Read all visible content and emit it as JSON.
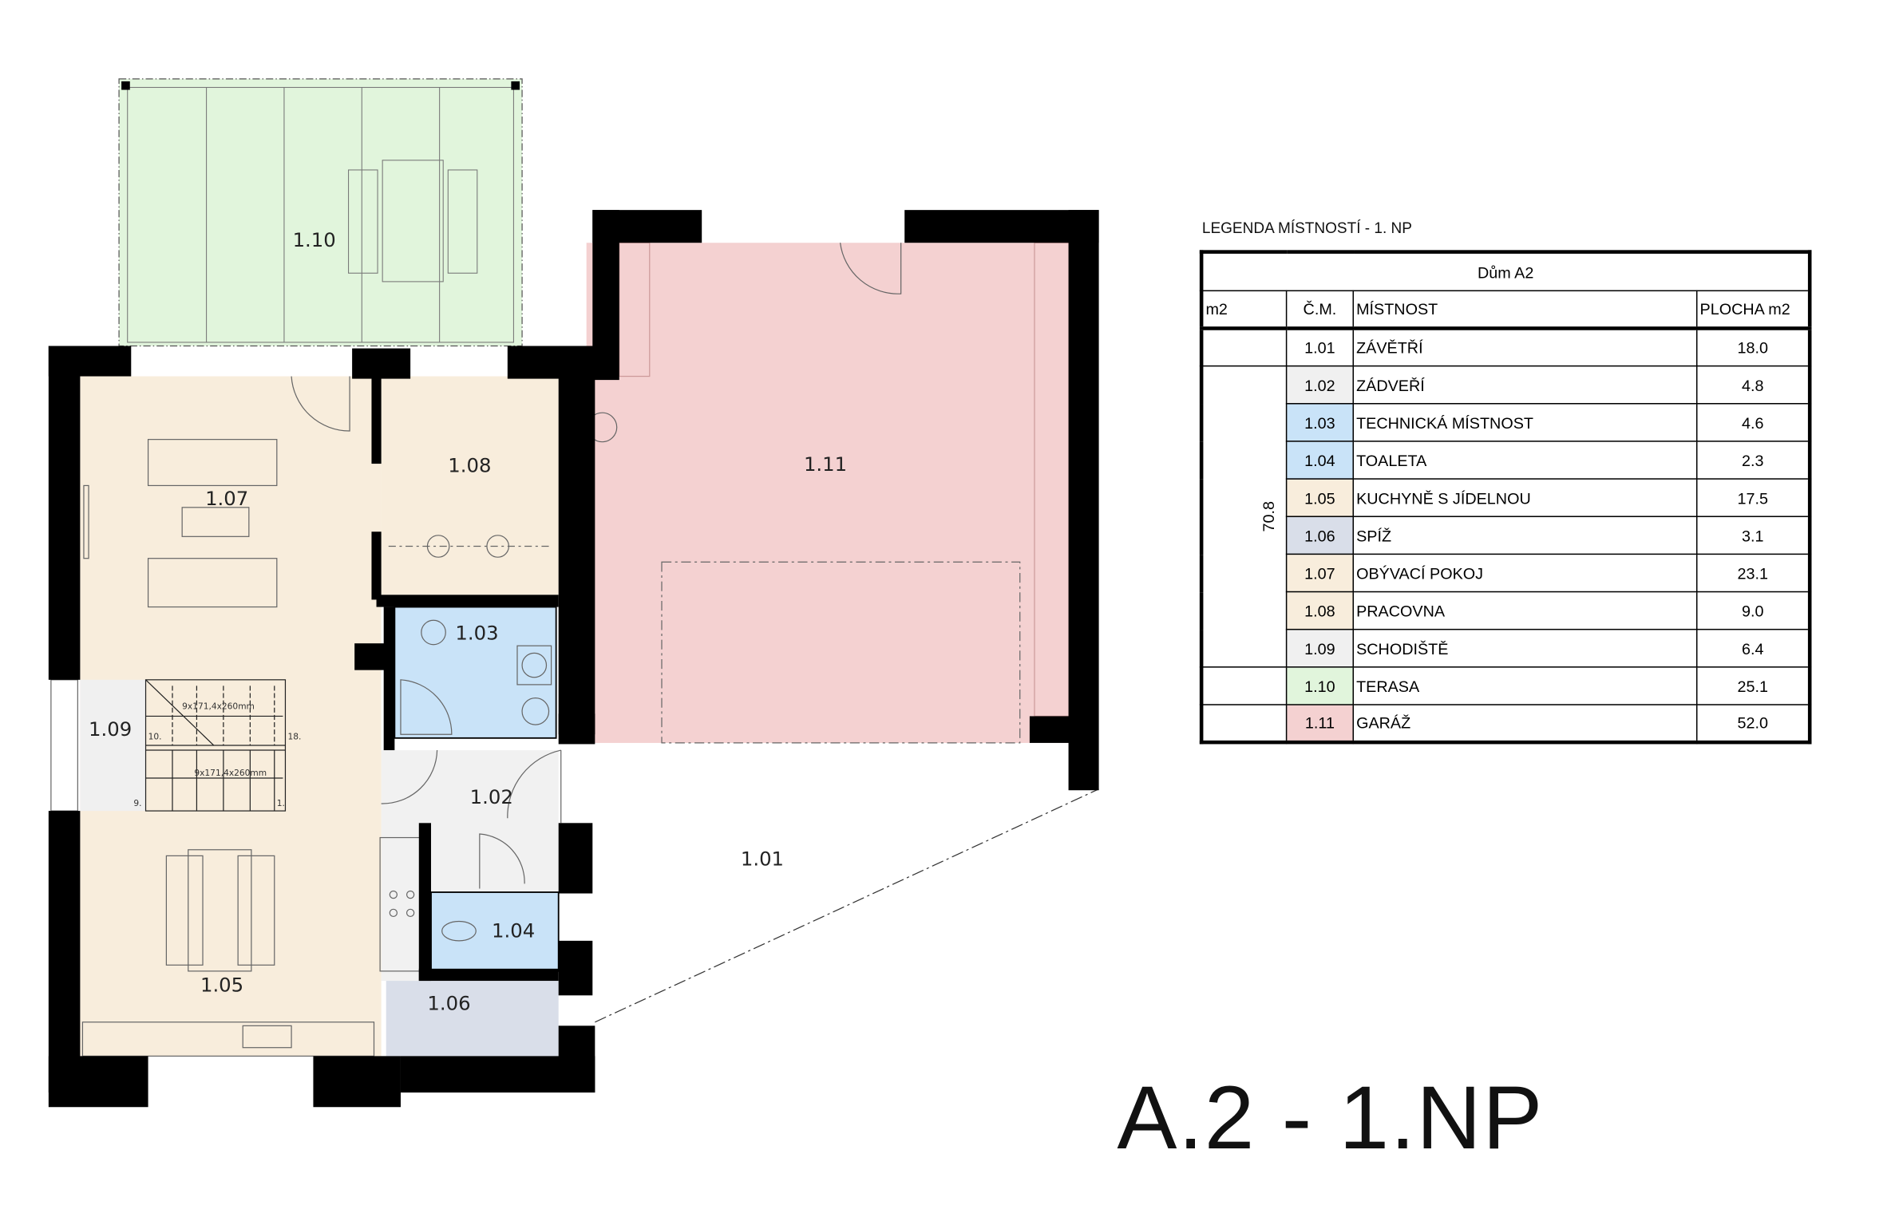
{
  "plan": {
    "title": "A.2 - 1.NP",
    "rooms": {
      "r101": "1.01",
      "r102": "1.02",
      "r103": "1.03",
      "r104": "1.04",
      "r105": "1.05",
      "r106": "1.06",
      "r107": "1.07",
      "r108": "1.08",
      "r109": "1.09",
      "r110": "1.10",
      "r111": "1.11"
    },
    "stairs": {
      "upper_dim": "9x171,4x260mm",
      "lower_dim": "9x171,4x260mm",
      "step_10": "10.",
      "step_18": "18.",
      "step_9": "9.",
      "step_1": "1."
    },
    "colors": {
      "terrace": "#e1f5dc",
      "living": "#f8eddc",
      "garage": "#f4d1d1",
      "tech": "#c9e3f8",
      "hall": "#f1f1f1",
      "pantry": "#d9dee9",
      "wall": "#000000"
    }
  },
  "legend": {
    "title": "LEGENDA MÍSTNOSTÍ  - 1. NP",
    "house": "Dům A2",
    "headers": {
      "m2": "m2",
      "num": "Č.M.",
      "room": "MÍSTNOST",
      "area": "PLOCHA m2"
    },
    "group_total": "70.8",
    "rows": [
      {
        "num": "1.01",
        "name": "ZÁVĚTŘÍ",
        "area": "18.0",
        "color": "#ffffff"
      },
      {
        "num": "1.02",
        "name": "ZÁDVEŘÍ",
        "area": "4.8",
        "color": "#f0f0f0"
      },
      {
        "num": "1.03",
        "name": "TECHNICKÁ MÍSTNOST",
        "area": "4.6",
        "color": "#c9e3f8"
      },
      {
        "num": "1.04",
        "name": "TOALETA",
        "area": "2.3",
        "color": "#c9e3f8"
      },
      {
        "num": "1.05",
        "name": "KUCHYNĚ S JÍDELNOU",
        "area": "17.5",
        "color": "#f8eddc"
      },
      {
        "num": "1.06",
        "name": "SPÍŽ",
        "area": "3.1",
        "color": "#d9dee9"
      },
      {
        "num": "1.07",
        "name": "OBÝVACÍ POKOJ",
        "area": "23.1",
        "color": "#f8eddc"
      },
      {
        "num": "1.08",
        "name": "PRACOVNA",
        "area": "9.0",
        "color": "#f8eddc"
      },
      {
        "num": "1.09",
        "name": "SCHODIŠTĚ",
        "area": "6.4",
        "color": "#f0f0f0"
      },
      {
        "num": "1.10",
        "name": "TERASA",
        "area": "25.1",
        "color": "#e1f5dc"
      },
      {
        "num": "1.11",
        "name": "GARÁŽ",
        "area": "52.0",
        "color": "#f4d1d1"
      }
    ]
  }
}
